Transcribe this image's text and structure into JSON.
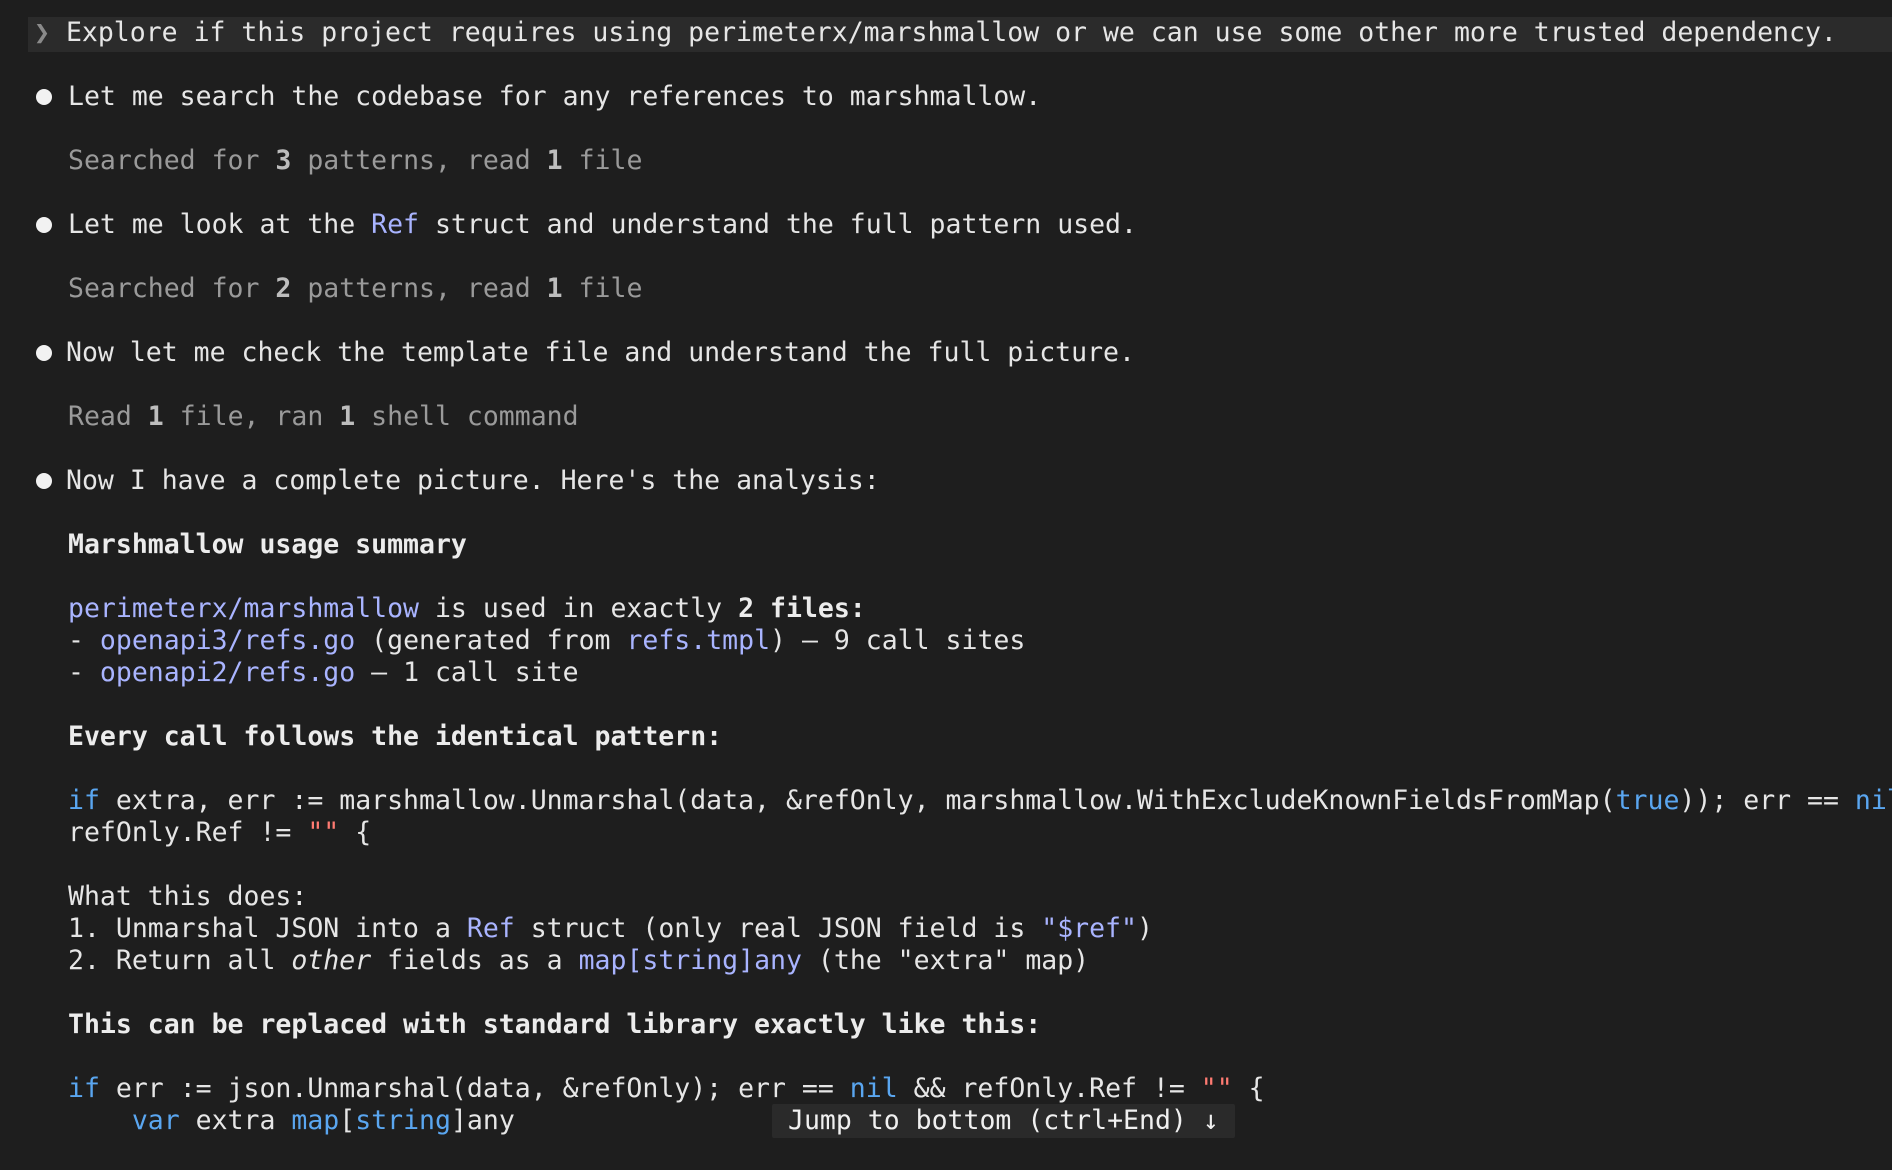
{
  "prompt": {
    "chevron": "❯",
    "text": "Explore if this project requires using perimeterx/marshmallow or we can use some other more trusted dependency."
  },
  "steps": [
    {
      "message": "Let me search the codebase for any references to marshmallow.",
      "activity": {
        "a": "Searched for ",
        "n1": "3",
        "b": " patterns, read ",
        "n2": "1",
        "c": " file"
      }
    },
    {
      "message_before": "Let me look at the ",
      "message_code": "Ref",
      "message_after": " struct and understand the full pattern used.",
      "activity": {
        "a": "Searched for ",
        "n1": "2",
        "b": " patterns, read ",
        "n2": "1",
        "c": " file"
      }
    },
    {
      "message": "Now let me check the template file and understand the full picture.",
      "activity": {
        "a": "Read ",
        "n1": "1",
        "b": " file, ran ",
        "n2": "1",
        "c": " shell command"
      }
    },
    {
      "message": "Now I have a complete picture. Here's the analysis:"
    }
  ],
  "analysis": {
    "heading": "Marshmallow usage summary",
    "usage": {
      "pkg": "perimeterx/marshmallow",
      "mid": " is used in exactly ",
      "bold": "2 files:",
      "file1_dash": "- ",
      "file1": "openapi3/refs.go",
      "file1_mid": " (generated from ",
      "file1_tmpl": "refs.tmpl",
      "file1_end": ") — 9 call sites",
      "file2_dash": "- ",
      "file2": "openapi2/refs.go",
      "file2_end": " — 1 call site"
    },
    "pattern_heading": "Every call follows the identical pattern:",
    "code1": {
      "kw_if": "if",
      "a": " extra, err := marshmallow.Unmarshal(data, &refOnly, marshmallow.WithExcludeKnownFieldsFromMap(",
      "kw_true": "true",
      "b": ")); err == ",
      "kw_nil": "nil",
      "line2_a": "refOnly.Ref != ",
      "line2_str": "\"\"",
      "line2_b": " {"
    },
    "what_heading": "What this does:",
    "item1": {
      "a": "1. Unmarshal JSON into a ",
      "code": "Ref",
      "b": " struct (only real JSON field is ",
      "code2": "\"$ref\"",
      "c": ")"
    },
    "item2": {
      "a": "2. Return all ",
      "it": "other",
      "b": " fields as a ",
      "code": "map[string]any",
      "c": " (the \"extra\" map)"
    },
    "replace_heading": "This can be replaced with standard library exactly like this:",
    "code2": {
      "kw_if": "if",
      "a": " err := json.Unmarshal(data, &refOnly); err == ",
      "kw_nil": "nil",
      "b": " && refOnly.Ref != ",
      "str": "\"\"",
      "c": " {",
      "indent": "    ",
      "kw_var": "var",
      "d": " extra ",
      "kw_map": "map",
      "e": "[",
      "kw_string": "string",
      "f": "]any"
    }
  },
  "jump": {
    "label": "Jump to bottom (ctrl+End) ↓"
  }
}
